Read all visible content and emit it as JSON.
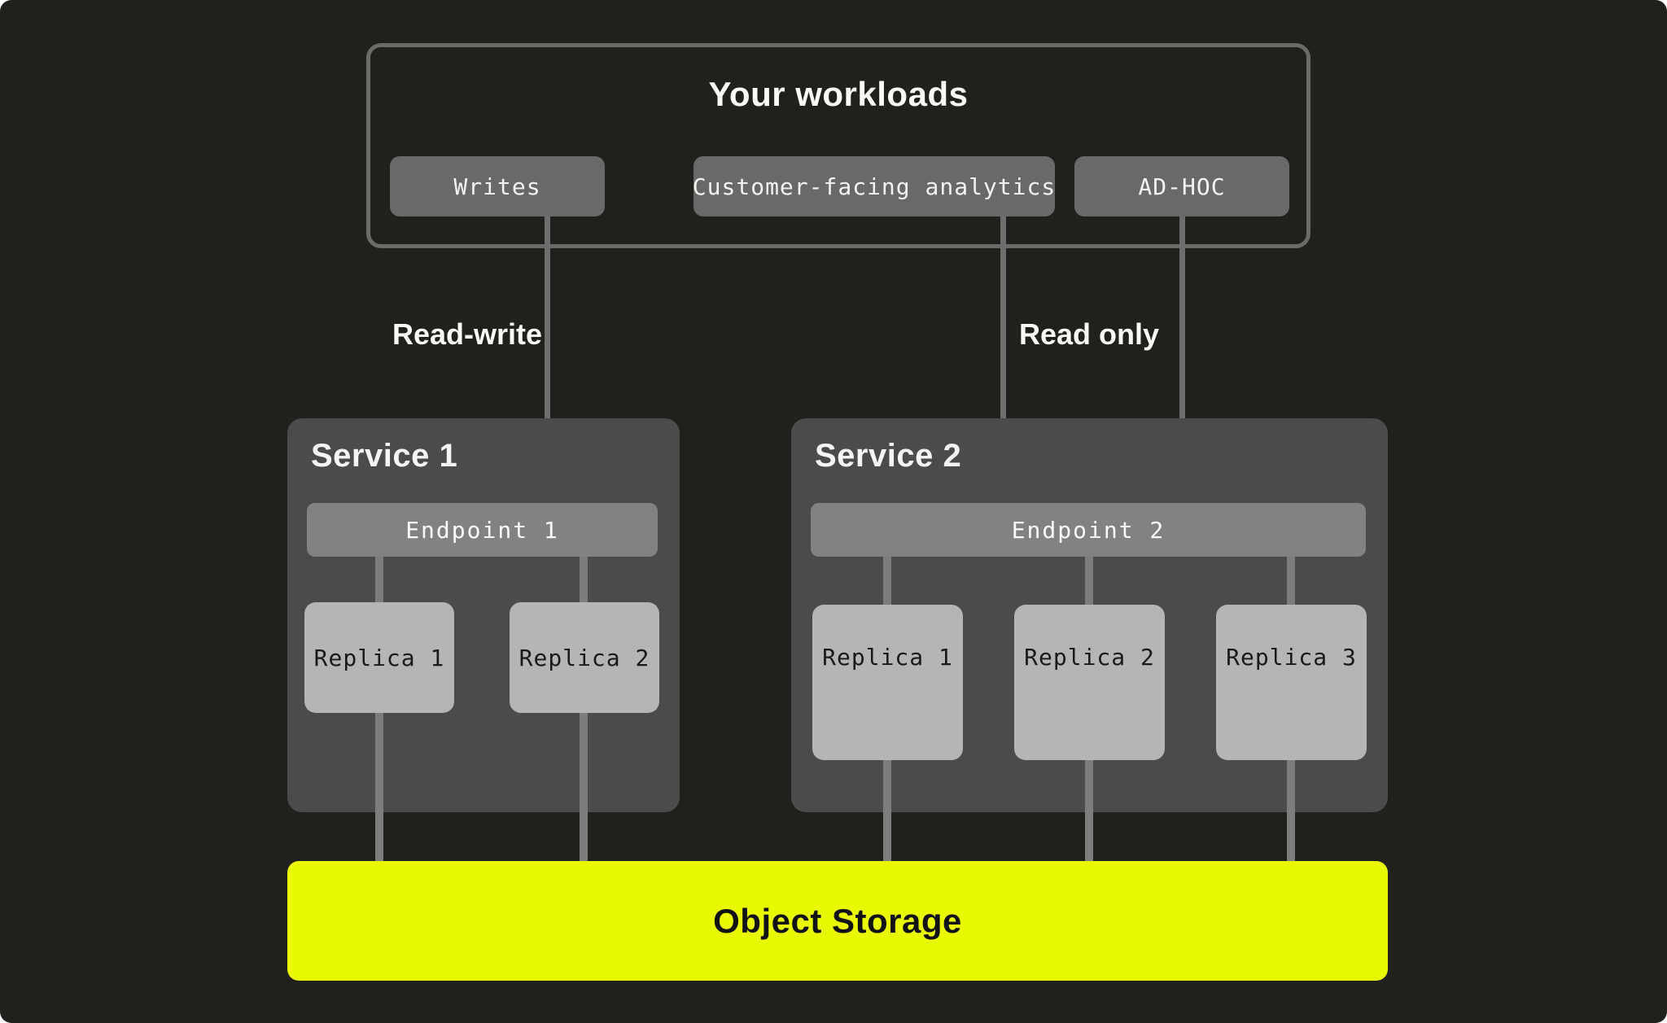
{
  "workloads": {
    "title": "Your workloads",
    "buttons": [
      {
        "label": "Writes"
      },
      {
        "label": "Customer-facing analytics"
      },
      {
        "label": "AD-HOC"
      }
    ]
  },
  "flows": {
    "read_write": "Read-write",
    "read_only": "Read only"
  },
  "services": [
    {
      "title": "Service 1",
      "endpoint": "Endpoint 1",
      "replicas": [
        "Replica 1",
        "Replica 2"
      ]
    },
    {
      "title": "Service 2",
      "endpoint": "Endpoint 2",
      "replicas": [
        "Replica 1",
        "Replica 2",
        "Replica 3"
      ]
    }
  ],
  "storage": {
    "label": "Object Storage"
  },
  "colors": {
    "background": "#20211c",
    "workloads_border": "#6a6a68",
    "workload_chip": "#696969",
    "service_panel": "#4b4b4b",
    "endpoint_bar": "#828282",
    "replica_box": "#b5b5b5",
    "arrow": "#6e6e6e",
    "connector_line": "#7c7c7c",
    "storage_yellow": "#e9fa00",
    "text_light": "#fafaf8",
    "text_dark": "#1a1a1a"
  }
}
